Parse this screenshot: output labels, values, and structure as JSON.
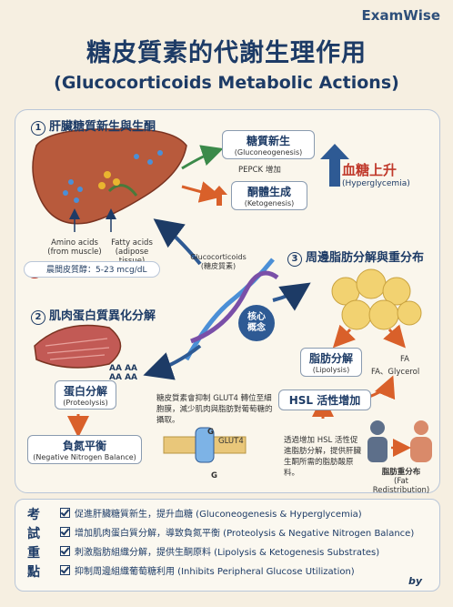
{
  "brand": "ExamWise",
  "title": "糖皮質素的代謝生理作用",
  "subtitle": "(Glucocorticoids Metabolic Actions)",
  "s1": {
    "num": "1",
    "title": "肝臟糖質新生與生酮",
    "amino": "Amino acids",
    "amino_src": "(from muscle)",
    "fatty": "Fatty acids",
    "fatty_src": "(adipose tissue)",
    "glu_zh": "糖質新生",
    "glu_en": "(Gluconeogenesis)",
    "pepck": "PEPCK 增加",
    "keto_zh": "酮體生成",
    "keto_en": "(Ketogenesis)",
    "hyper_zh": "血糖上升",
    "hyper_en": "(Hyperglycemia)",
    "cortisol": "晨間皮質醇：5-23 mcg/dL"
  },
  "center": {
    "label": "Glucocorticoids",
    "label_zh": "(糖皮質素)",
    "core": "核心概念"
  },
  "s2": {
    "num": "2",
    "title": "肌肉蛋白質異化分解",
    "aa": "AA",
    "glut4_note": "糖皮質素會抑制 GLUT4 轉位至細胞膜，減少肌肉與脂肪對葡萄糖的攝取。",
    "prot_zh": "蛋白分解",
    "prot_en": "(Proteolysis)",
    "nnb_zh": "負氮平衡",
    "nnb_en": "(Negative Nitrogen Balance)",
    "glut4": "GLUT4",
    "g": "G"
  },
  "s3": {
    "num": "3",
    "title": "周邊脂肪分解與重分布",
    "lip_zh": "脂肪分解",
    "lip_en": "(Lipolysis)",
    "fa": "FA",
    "fa_gly": "FA、Glycerol",
    "hsl": "HSL 活性增加",
    "hsl_note": "透過增加 HSL 活性促進脂肪分解，提供肝臟生酮所需的脂肪酸原料。",
    "redist_zh": "脂肪重分布",
    "redist_en": "(Fat Redistribution)"
  },
  "points": {
    "label": "考試重點",
    "items": [
      "促進肝臟糖質新生，提升血糖 (Gluconeogenesis & Hyperglycemia)",
      "增加肌肉蛋白質分解，導致負氮平衡 (Proteolysis & Negative Nitrogen Balance)",
      "刺激脂肪組織分解，提供生酮原料 (Lipolysis & Ketogenesis Substrates)",
      "抑制周邊組織葡萄糖利用 (Inhibits Peripheral Glucose Utilization)"
    ]
  },
  "signature": "by"
}
